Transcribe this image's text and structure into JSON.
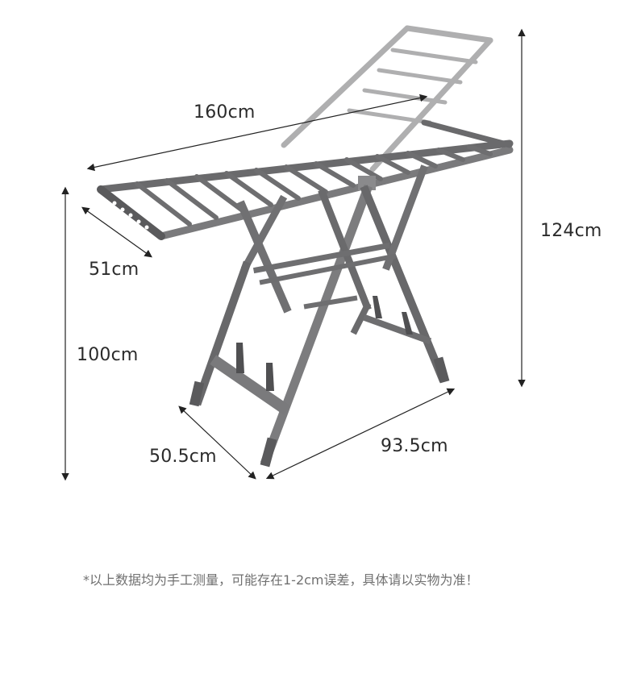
{
  "image": {
    "subject": "foldable clothes drying rack with dimension annotations",
    "colors": {
      "background": "#ffffff",
      "frame": "#6e6e70",
      "frame_dark": "#4e4e50",
      "frame_light": "#9a9a9c",
      "dimension_line": "#222222",
      "note_text": "#707070"
    }
  },
  "dimensions": {
    "total_length": "160cm",
    "depth_top": "51cm",
    "height_to_wings": "100cm",
    "total_height": "124cm",
    "base_depth": "50.5cm",
    "base_length": "93.5cm"
  },
  "footnote": "*以上数据均为手工测量，可能存在1-2cm误差，具体请以实物为准！"
}
